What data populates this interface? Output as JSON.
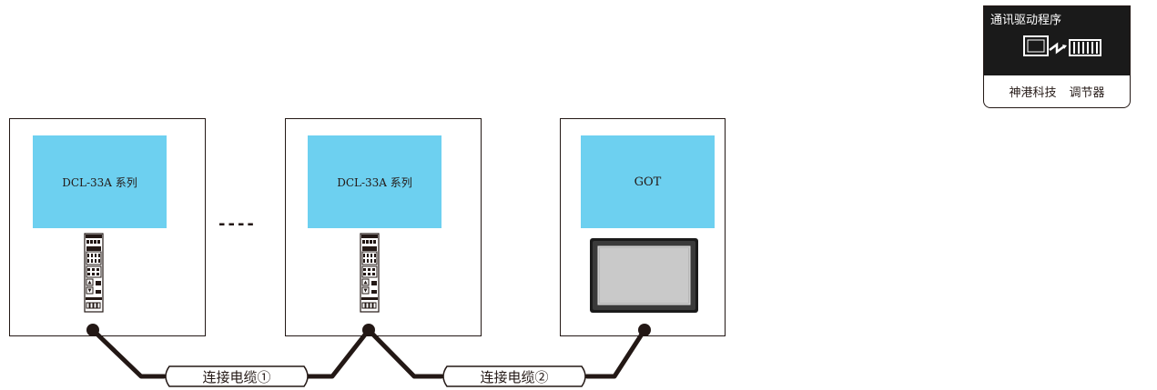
{
  "badge": {
    "title": "通讯驱动程序",
    "vendor": "神港科技",
    "device": "调节器"
  },
  "devices": [
    {
      "label": "DCL-33A 系列"
    },
    {
      "label": "DCL-33A 系列"
    },
    {
      "label": "GOT"
    }
  ],
  "ellipsis": "----",
  "cables": [
    {
      "label": "连接电缆①"
    },
    {
      "label": "连接电缆②"
    }
  ],
  "colors": {
    "label_fill": "#6dd0f0",
    "line": "#231815",
    "badge_dark": "#1a1a1a"
  }
}
